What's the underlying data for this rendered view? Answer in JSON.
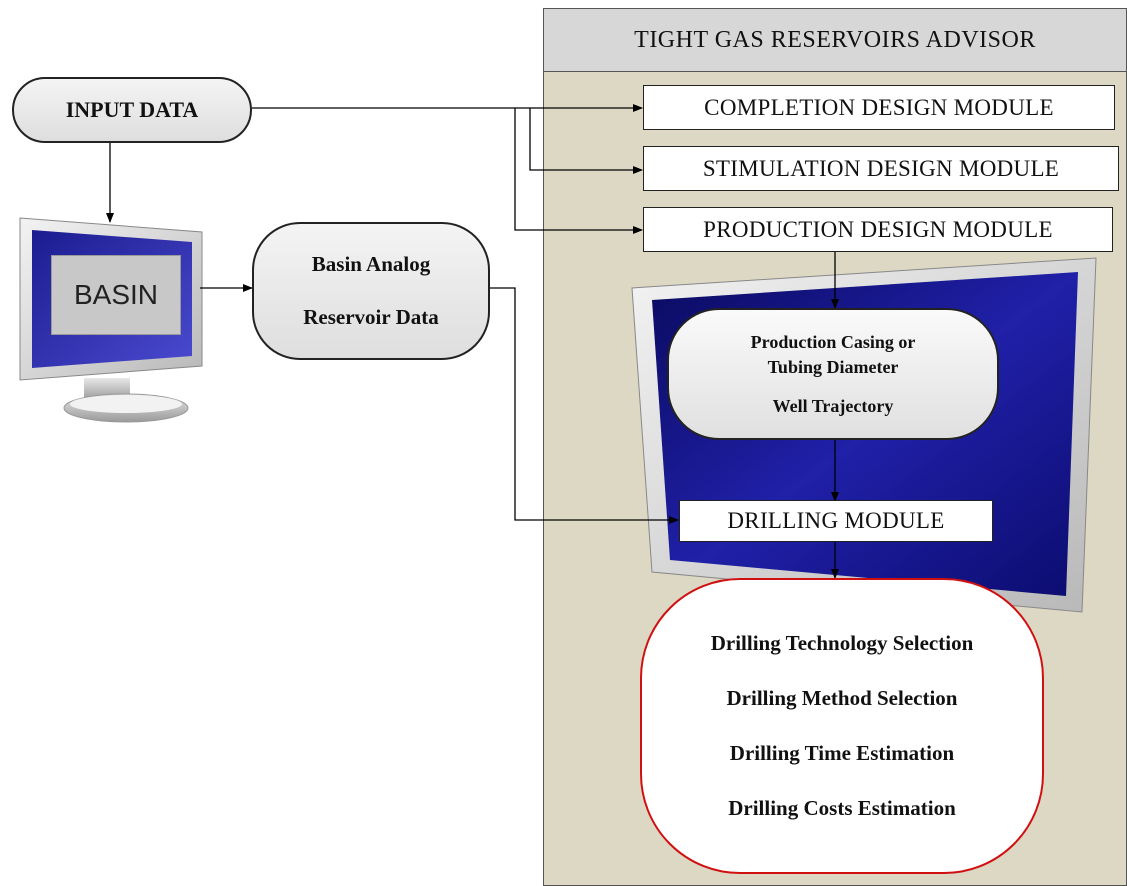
{
  "advisor": {
    "title": "TIGHT GAS RESERVOIRS ADVISOR"
  },
  "input": {
    "label": "INPUT DATA"
  },
  "basin": {
    "label": "BASIN"
  },
  "analog": {
    "line1": "Basin Analog",
    "line2": "Reservoir Data"
  },
  "modules": {
    "completion": "COMPLETION DESIGN MODULE",
    "stimulation": "STIMULATION DESIGN MODULE",
    "production": "PRODUCTION DESIGN MODULE",
    "drilling": "DRILLING MODULE"
  },
  "production_output": {
    "line1": "Production Casing or",
    "line2": "Tubing Diameter",
    "line3": "Well Trajectory"
  },
  "drilling_output": {
    "items": [
      "Drilling Technology Selection",
      "Drilling Method Selection",
      "Drilling Time Estimation",
      "Drilling Costs Estimation"
    ]
  },
  "colors": {
    "panel": "#dcd8c4",
    "header": "#d7d7d7",
    "monitor_screen": "#1a1a8c",
    "output_border": "#d01010"
  }
}
